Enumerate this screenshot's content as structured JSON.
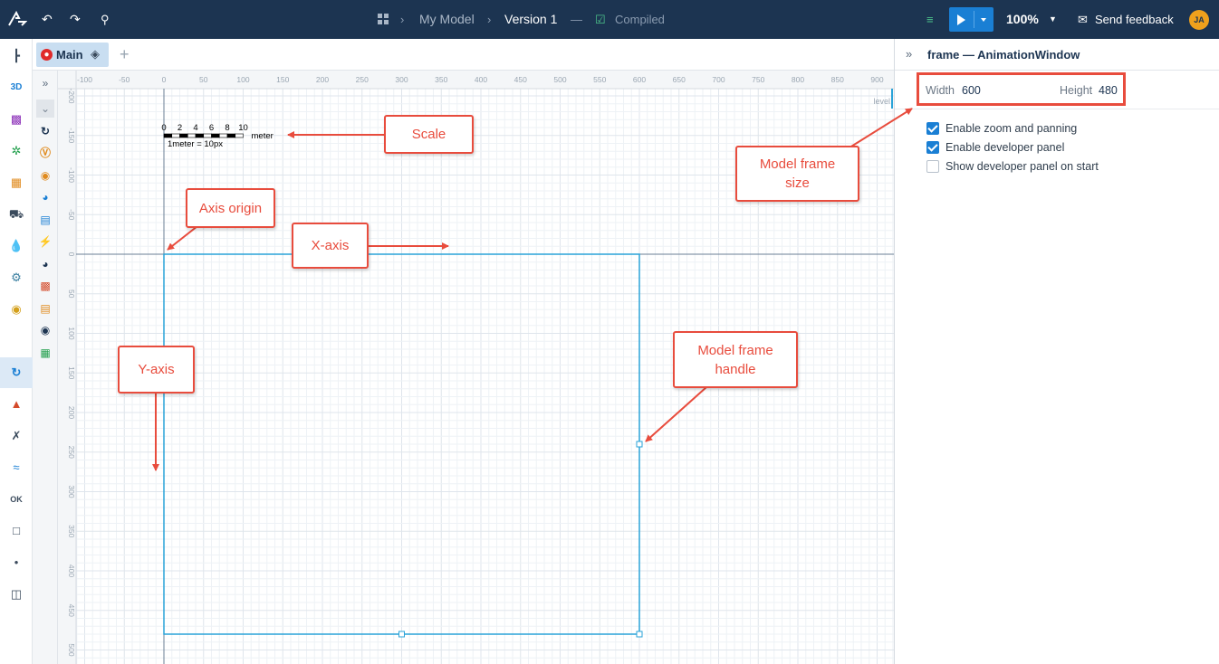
{
  "topbar": {
    "breadcrumb_model": "My Model",
    "breadcrumb_version": "Version 1",
    "status": "Compiled",
    "zoom": "100%",
    "feedback": "Send feedback",
    "user_initials": "JA"
  },
  "tabs": {
    "main_label": "Main",
    "add_label": "+"
  },
  "canvas": {
    "ruler_x_labels": [
      "-100",
      "-50",
      "0",
      "50",
      "100",
      "150",
      "200",
      "250",
      "300",
      "350",
      "400",
      "450",
      "500",
      "550",
      "600",
      "650",
      "700",
      "750",
      "800",
      "850",
      "900"
    ],
    "ruler_y_labels": [
      "-200",
      "-150",
      "-100",
      "-50",
      "0",
      "50",
      "100",
      "150",
      "200",
      "250",
      "300",
      "350",
      "400",
      "450",
      "500"
    ],
    "level_label": "level",
    "scale": {
      "ticks": [
        "0",
        "2",
        "4",
        "6",
        "8",
        "10"
      ],
      "unit": "meter",
      "ratio": "1meter = 10px"
    }
  },
  "right_panel": {
    "title": "frame — AnimationWindow",
    "width_label": "Width",
    "width_value": "600",
    "height_label": "Height",
    "height_value": "480",
    "options": [
      {
        "label": "Enable zoom and panning",
        "checked": true
      },
      {
        "label": "Enable developer panel",
        "checked": true
      },
      {
        "label": "Show developer panel on start",
        "checked": false
      }
    ]
  },
  "annotations": {
    "scale": "Scale",
    "axis_origin": "Axis origin",
    "x_axis": "X-axis",
    "y_axis": "Y-axis",
    "frame_size_line1": "Model frame",
    "frame_size_line2": "size",
    "frame_handle_line1": "Model frame",
    "frame_handle_line2": "handle"
  },
  "colors": {
    "topbar": "#1c3451",
    "accent": "#1a7fd4",
    "annotation": "#e84c3d",
    "frame": "#2aa3d8"
  }
}
